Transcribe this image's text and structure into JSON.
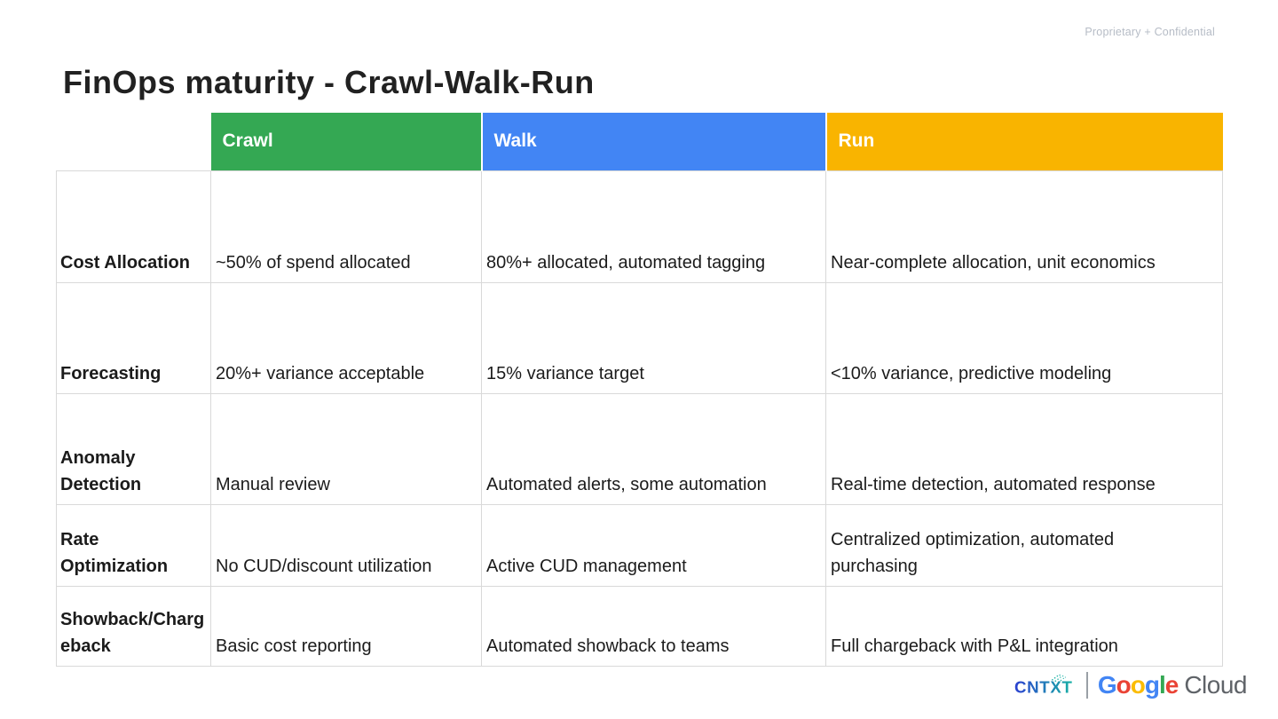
{
  "slide": {
    "watermark": "Proprietary + Confidential",
    "title": "FinOps maturity - Crawl-Walk-Run"
  },
  "table": {
    "header": [
      {
        "label": "Crawl",
        "color": "#34A853"
      },
      {
        "label": "Walk",
        "color": "#4285F4"
      },
      {
        "label": "Run",
        "color": "#F9B400"
      }
    ],
    "rows": [
      {
        "capability": "Cost Allocation",
        "crawl": "~50% of spend allocated",
        "walk": "80%+ allocated, automated tagging",
        "run": "Near-complete allocation, unit economics"
      },
      {
        "capability": "Forecasting",
        "crawl": "20%+ variance acceptable",
        "walk": "15% variance target",
        "run": "<10% variance, predictive modeling"
      },
      {
        "capability": "Anomaly Detection",
        "crawl": "Manual review",
        "walk": "Automated alerts, some automation",
        "run": "Real-time detection, automated response"
      },
      {
        "capability": "Rate Optimization",
        "crawl": "No CUD/discount utilization",
        "walk": "Active CUD management",
        "run": "Centralized optimization, automated purchasing"
      },
      {
        "capability": "Showback/Chargeback",
        "crawl": "Basic cost reporting",
        "walk": "Automated showback to teams",
        "run": "Full chargeback with P&L integration"
      }
    ]
  },
  "footer": {
    "cntxt": "CNTXT",
    "google": {
      "letters": [
        {
          "char": "G",
          "color": "#4285F4"
        },
        {
          "char": "o",
          "color": "#EA4335"
        },
        {
          "char": "o",
          "color": "#FBBC04"
        },
        {
          "char": "g",
          "color": "#4285F4"
        },
        {
          "char": "l",
          "color": "#34A853"
        },
        {
          "char": "e",
          "color": "#EA4335"
        }
      ],
      "cloud": "Cloud",
      "cloud_color": "#5F6368"
    }
  },
  "colors": {
    "crawl_green": "#34A853",
    "walk_blue": "#4285F4",
    "run_yellow": "#F9B400",
    "title_text": "#212121",
    "table_border": "#D9D9D9",
    "watermark_text": "#B6BCC6",
    "cntxt_blue": "#2B3FD0",
    "cntxt_teal": "#17B1A4"
  }
}
